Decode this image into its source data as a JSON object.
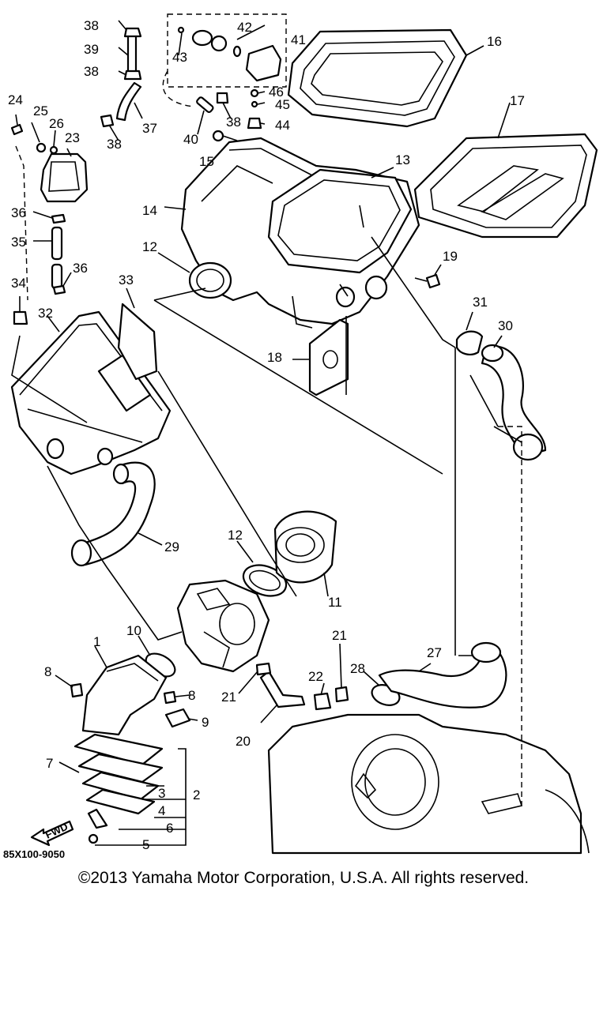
{
  "diagram": {
    "part_numbers": [
      "1",
      "2",
      "3",
      "4",
      "5",
      "6",
      "7",
      "8",
      "8",
      "9",
      "10",
      "11",
      "12",
      "12",
      "13",
      "14",
      "15",
      "16",
      "17",
      "18",
      "19",
      "20",
      "21",
      "21",
      "22",
      "23",
      "24",
      "25",
      "26",
      "27",
      "28",
      "29",
      "30",
      "31",
      "32",
      "33",
      "34",
      "35",
      "36",
      "36",
      "37",
      "38",
      "38",
      "38",
      "38",
      "39",
      "40",
      "41",
      "42",
      "43",
      "44",
      "45",
      "46"
    ],
    "fwd_label": "FWD",
    "diagram_code": "85X100-9050"
  },
  "footer": {
    "copyright": "©2013 Yamaha Motor Corporation, U.S.A. All rights reserved."
  }
}
